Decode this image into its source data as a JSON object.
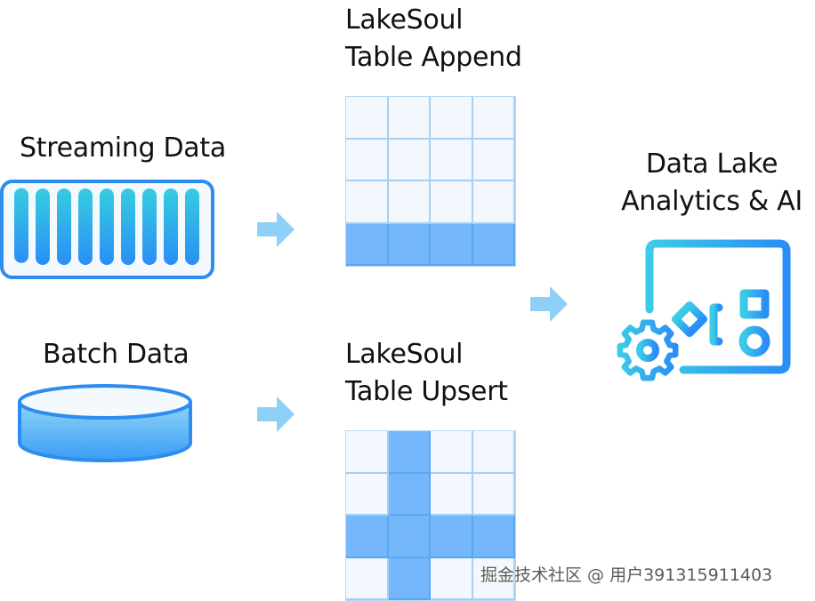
{
  "diagram": {
    "sources": [
      {
        "label": "Streaming Data",
        "icon": "streaming-data-icon"
      },
      {
        "label": "Batch Data",
        "icon": "database-cylinder-icon"
      }
    ],
    "tables": [
      {
        "line1": "LakeSoul",
        "line2": "Table Append",
        "highlight": "bottom-row"
      },
      {
        "line1": "LakeSoul",
        "line2": "Table Upsert",
        "highlight": "row-3-and-column-2"
      }
    ],
    "destination": {
      "line1": "Data Lake",
      "line2": "Analytics & AI",
      "icon": "analytics-window-gear-icon"
    },
    "colors": {
      "accent_blue": "#2d8cf0",
      "light_blue": "#74b8fb",
      "cell_bg": "#f2f8fd",
      "arrow": "#8fd0f6",
      "cyan": "#35c6e6"
    }
  },
  "watermark": "掘金技术社区 @ 用户391315911403"
}
